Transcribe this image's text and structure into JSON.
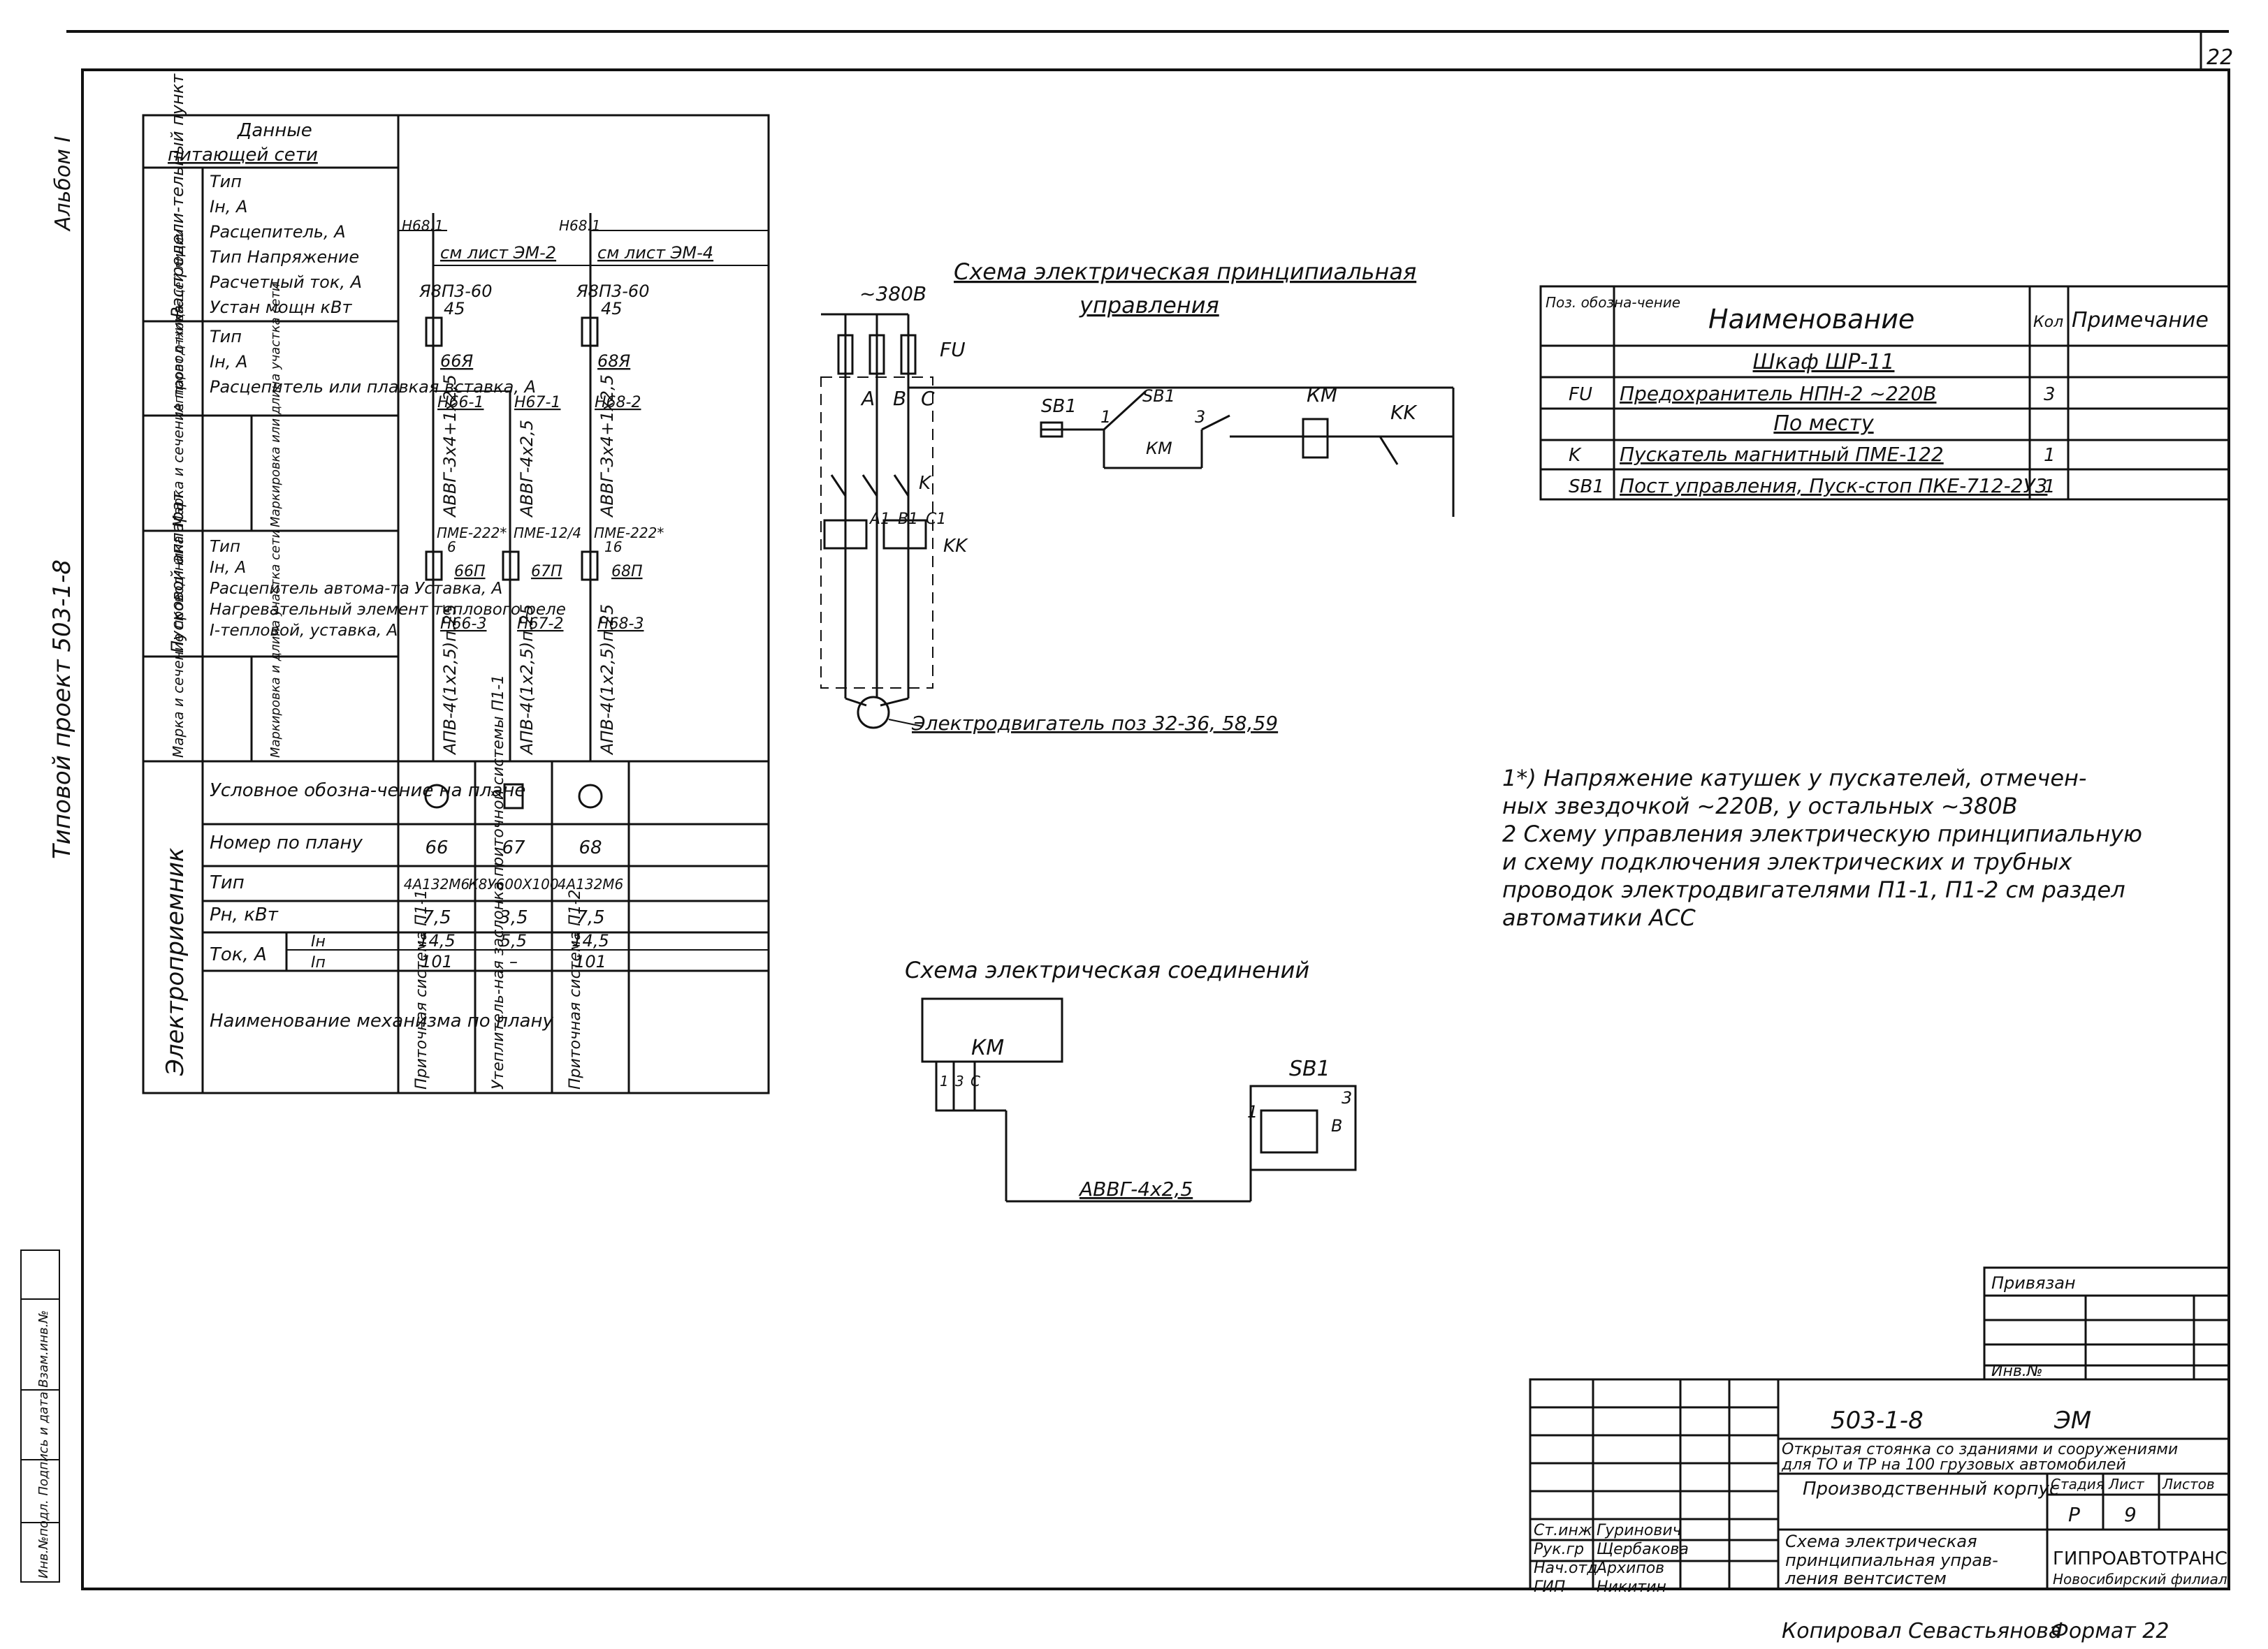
{
  "sheet_number": "22",
  "side_labels": {
    "album": "Альбом I",
    "project": "Типовой проект 503-1-8",
    "stamp": "Инв.№подл. Подпись и дата Взам.инв.№"
  },
  "supply_table": {
    "title_line1": "Данные",
    "title_line2": "питающей сети",
    "group1": "Распредели-тельный пункт",
    "group1_rows": [
      "Тип",
      "Iн, А",
      "Расцепитель, А",
      "Тип Напряжение",
      "Расчетный ток, А",
      "Устан мощн кВт"
    ],
    "group2": "Аппарат отходя-щей линии",
    "group2_rows": [
      "Тип",
      "Iн, А",
      "Расцепитель или плавкая вставка, А"
    ],
    "group3": "Марка и сечение провод-ника",
    "group3_right": "Маркировка или длина участка сети",
    "group4": "Пусковой аппарат",
    "group4_rows": [
      "Тип",
      "Iн, А",
      "Расцепитель автома-та Уставка, А",
      "Нагревательный элемент теплового реле",
      "I-тепловой, уставка, А"
    ],
    "group5": "Марка и сечение провод-ника",
    "group5_right": "Маркировка и длина участка сети",
    "receiver_group": "Электроприемник",
    "rows": [
      "Условное обозна-чение на плане",
      "Номер по плану",
      "Тип",
      "Рн, кВт",
      "Ток, А",
      "Наименование механизма по плану"
    ],
    "current_rows": [
      "Iн",
      "Iп"
    ]
  },
  "feeders": [
    {
      "net_tag": "Н68.1",
      "sheet_ref": "см лист ЭМ-2",
      "breaker": "Я8П3-60",
      "breaker_rating": "45",
      "fuse_tag": "66Я",
      "cable_tag": "Н66-1",
      "cable": "АВВГ-3х4+1х2,5",
      "starter": "ПМЕ-222*",
      "starter_sub": "6",
      "starter_tag": "66П",
      "motor_cable_tag": "Н66-3",
      "motor_cable": "АПВ-4(1х2,5)п.25",
      "symbol": "circle",
      "plan_no": "66",
      "type": "4А132М6",
      "power": "7,5",
      "i_nom": "14,5",
      "i_start": "101",
      "name": "Приточная система П1-1"
    },
    {
      "net_tag": "",
      "sheet_ref": "",
      "breaker": "",
      "breaker_rating": "",
      "fuse_tag": "",
      "cable_tag": "Н67-1",
      "cable": "АВВГ-4х2,5",
      "starter": "ПМЕ-12/4",
      "starter_sub": "",
      "starter_tag": "67П",
      "motor_cable_tag": "Н67-2",
      "motor_cable": "АПВ-4(1х2,5)п.25",
      "symbol": "square",
      "plan_no": "67",
      "type": "К8У600Х100",
      "power": "3,5",
      "i_nom": "5,5",
      "i_start": "–",
      "name": "Утеплитель-ная заслонка приточной системы П1-1"
    },
    {
      "net_tag": "Н68.1",
      "sheet_ref": "см лист ЭМ-4",
      "breaker": "Я8П3-60",
      "breaker_rating": "45",
      "fuse_tag": "68Я",
      "cable_tag": "Н68-2",
      "cable": "АВВГ-3х4+1х2,5",
      "starter": "ПМЕ-222*",
      "starter_sub": "16",
      "starter_tag": "68П",
      "motor_cable_tag": "Н68-3",
      "motor_cable": "АПВ-4(1х2,5)п.25",
      "symbol": "circle",
      "plan_no": "68",
      "type": "4А132М6",
      "power": "7,5",
      "i_nom": "14,5",
      "i_start": "101",
      "name": "Приточная система П1-2"
    }
  ],
  "schematic": {
    "title_line1": "Схема электрическая принципиальная",
    "title_line2": "управления",
    "supply": "~380В",
    "fuse_label": "FU",
    "phases": [
      "A",
      "B",
      "C"
    ],
    "coil_labels": [
      "A1",
      "B1",
      "C1"
    ],
    "contactor_label": "K",
    "thermal_label": "KK",
    "km_label": "КМ",
    "sb1_label": "SB1",
    "node1": "1",
    "node3": "3",
    "motor_label": "Электродвигатель поз 32-36, 58,59"
  },
  "spec_table": {
    "headers": [
      "Поз. обозна-чение",
      "Наименование",
      "Кол",
      "Примечание"
    ],
    "rows": [
      {
        "pos": "",
        "name": "Шкаф ШР-11",
        "qty": "",
        "note": ""
      },
      {
        "pos": "FU",
        "name": "Предохранитель НПН-2 ~220В",
        "qty": "3",
        "note": ""
      },
      {
        "pos": "",
        "name": "По месту",
        "qty": "",
        "note": ""
      },
      {
        "pos": "K",
        "name": "Пускатель магнитный ПМЕ-122",
        "qty": "1",
        "note": ""
      },
      {
        "pos": "SB1",
        "name": "Пост управления, Пуск-стоп ПКЕ-712-2У3",
        "qty": "1",
        "note": ""
      }
    ]
  },
  "notes": [
    "1*) Напряжение катушек у пускателей, отмечен-",
    "ных звездочкой ~220В, у остальных ~380В",
    "2 Схему управления электрическую принципиальную",
    "и схему подключения электрических и трубных",
    "проводок электродвигателями П1-1, П1-2 см раздел",
    "автоматики АСС"
  ],
  "wiring": {
    "title": "Схема электрическая соединений",
    "km": "КМ",
    "km_terminals": [
      "1",
      "3",
      "С"
    ],
    "sb1": "SB1",
    "sb1_terminals": [
      "1",
      "3",
      "В"
    ],
    "cable": "АВВГ-4х2,5"
  },
  "title_block": {
    "linked": "Привязан",
    "inv": "Инв.№",
    "code": "503-1-8",
    "section": "ЭМ",
    "object_line1": "Открытая стоянка со зданиями и сооружениями",
    "object_line2": "для ТО и ТР на 100 грузовых автомобилей",
    "building": "Производственный корпус",
    "stage_h": "Стадия",
    "sheet_h": "Лист",
    "sheets_h": "Листов",
    "stage": "Р",
    "sheet": "9",
    "drawing_line1": "Схема электрическая",
    "drawing_line2": "принципиальная управ-",
    "drawing_line3": "ления вентсистем",
    "org": "ГИПРОАВТОТРАНС",
    "branch": "Новосибирский филиал",
    "signers": [
      {
        "role": "Ст.инж",
        "name": "Гуринович"
      },
      {
        "role": "Рук.гр",
        "name": "Щербакова"
      },
      {
        "role": "Нач.отд",
        "name": "Архипов"
      },
      {
        "role": "ГИП",
        "name": "Никитин"
      }
    ]
  },
  "footer": {
    "copied": "Копировал Севастьянова",
    "format": "Формат 22"
  }
}
